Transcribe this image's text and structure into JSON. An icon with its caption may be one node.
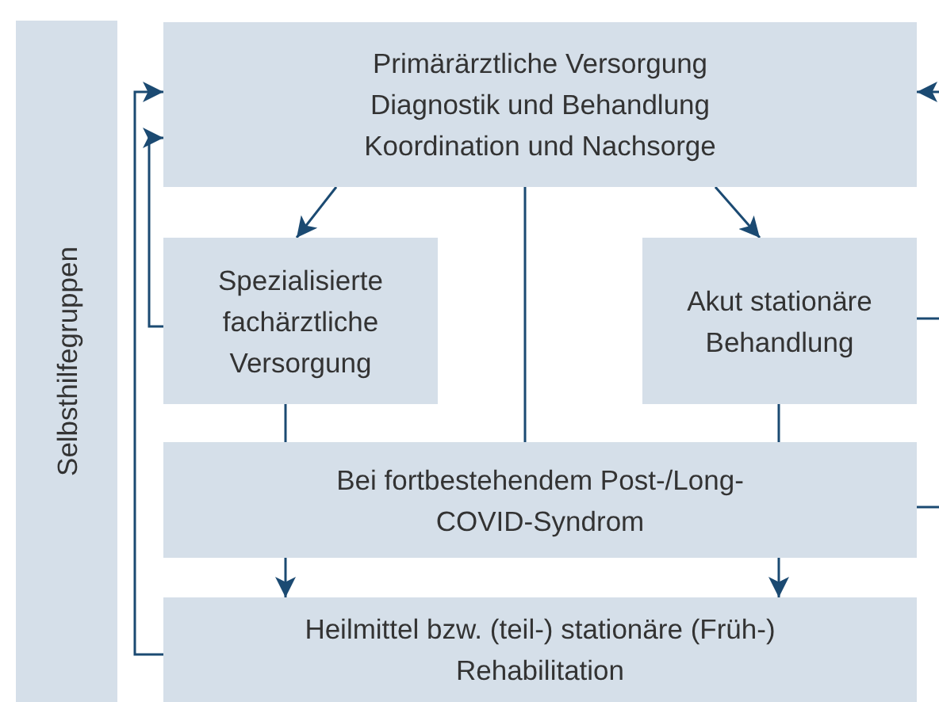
{
  "diagram": {
    "nodes": [
      {
        "text": [
          "Selbsthilfegruppen"
        ]
      },
      {
        "text": [
          "Primärärztliche Versorgung",
          "Diagnostik und Behandlung",
          "Koordination und Nachsorge"
        ]
      },
      {
        "text": [
          "Spezialisierte fachärztliche Versorgung"
        ]
      },
      {
        "text": [
          "Akut stationäre Behandlung"
        ]
      },
      {
        "text": [
          "Bei fortbestehendem Post-/Long-COVID-Syndrom"
        ]
      },
      {
        "text": [
          "Heilmittel bzw. (teil-) stationäre (Früh-) Rehabilitation"
        ]
      }
    ],
    "edges": [
      {
        "from": 1,
        "to": 2,
        "arrow": "to"
      },
      {
        "from": 1,
        "to": 3,
        "arrow": "to"
      },
      {
        "from": 1,
        "to": 4,
        "arrow": "none"
      },
      {
        "from": 2,
        "to": 4,
        "arrow": "none"
      },
      {
        "from": 3,
        "to": 4,
        "arrow": "none"
      },
      {
        "from": 4,
        "to": 5,
        "arrow": "to"
      },
      {
        "from": 4,
        "to": 5,
        "arrow": "to"
      },
      {
        "from": 2,
        "to": 1,
        "arrow": "to"
      },
      {
        "from": 5,
        "to": 1,
        "arrow": "to"
      },
      {
        "from": null,
        "to": 1,
        "arrow": "to"
      },
      {
        "from": 3,
        "to": null,
        "arrow": "none"
      },
      {
        "from": 4,
        "to": null,
        "arrow": "none"
      }
    ]
  }
}
